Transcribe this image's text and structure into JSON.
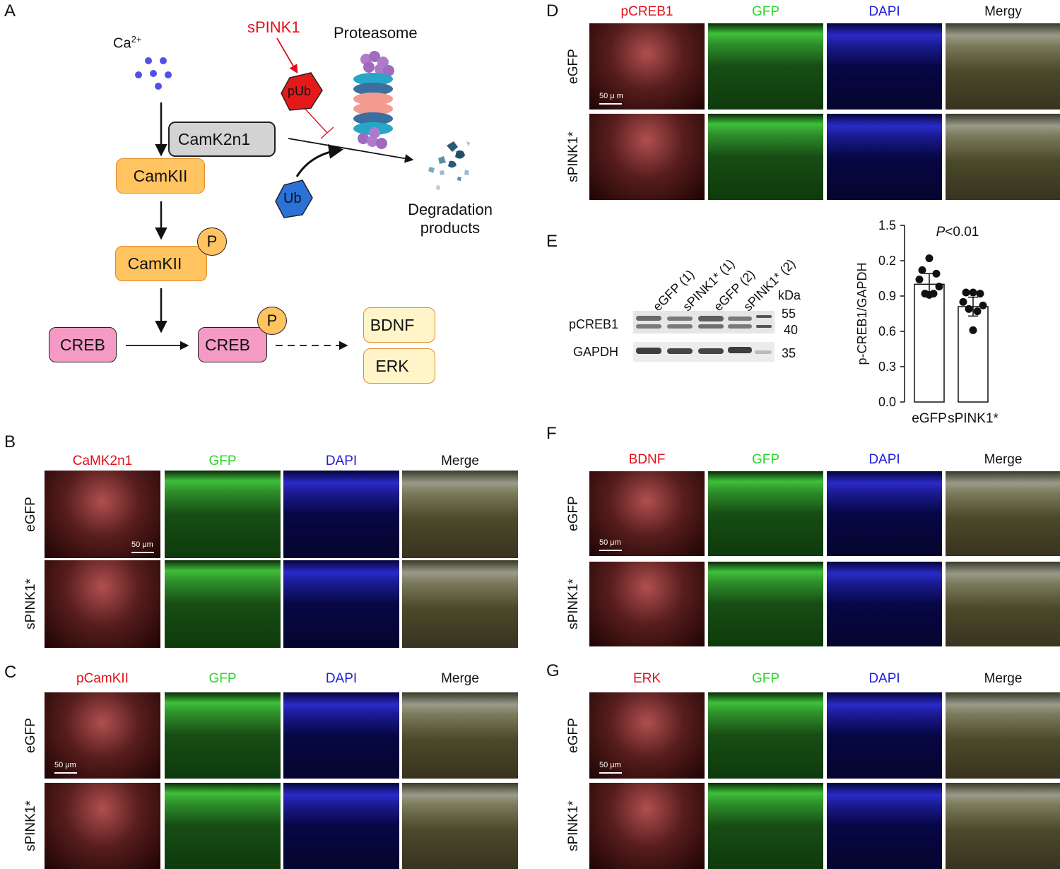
{
  "panels": {
    "A": "A",
    "B": "B",
    "C": "C",
    "D": "D",
    "E": "E",
    "F": "F",
    "G": "G"
  },
  "diagram": {
    "ca_base": "Ca",
    "ca_sup": "2+",
    "spink1": "sPINK1",
    "proteasome": "Proteasome",
    "pub": "pUb",
    "ub": "Ub",
    "camk2n1": "CamK2n1",
    "camkii_1": "CamKII",
    "camkii_2": "CamKII",
    "p1": "P",
    "p2": "P",
    "creb_1": "CREB",
    "creb_2": "CREB",
    "bdnf": "BDNF",
    "erk": "ERK",
    "degradation_line1": "Degradation",
    "degradation_line2": "products"
  },
  "panelB": {
    "headers": [
      "CaMK2n1",
      "GFP",
      "DAPI",
      "Merge"
    ],
    "rows": [
      "eGFP",
      "sPINK1*"
    ],
    "scale": "50 μm"
  },
  "panelC": {
    "headers": [
      "pCamKII",
      "GFP",
      "DAPI",
      "Merge"
    ],
    "rows": [
      "eGFP",
      "sPINK1*"
    ],
    "scale": "50 μm"
  },
  "panelD": {
    "headers": [
      "pCREB1",
      "GFP",
      "DAPI",
      "Mergy"
    ],
    "rows": [
      "eGFP",
      "sPINK1*"
    ],
    "scale": "50 μ m"
  },
  "panelF": {
    "headers": [
      "BDNF",
      "GFP",
      "DAPI",
      "Merge"
    ],
    "rows": [
      "eGFP",
      "sPINK1*"
    ],
    "scale": "50 μm"
  },
  "panelG": {
    "headers": [
      "ERK",
      "GFP",
      "DAPI",
      "Merge"
    ],
    "rows": [
      "eGFP",
      "sPINK1*"
    ],
    "scale": "50 μm"
  },
  "blot": {
    "lanes": [
      "eGFP (1)",
      "sPINK1* (1)",
      "eGFP (2)",
      "sPINK1* (2)"
    ],
    "kda": "kDa",
    "row1": "pCREB1",
    "row2": "GAPDH",
    "markers": [
      "55",
      "40",
      "35"
    ]
  },
  "chart_data": {
    "type": "bar",
    "categories": [
      "eGFP",
      "sPINK1*"
    ],
    "ylabel": "p-CREB1/GAPDH",
    "yticks": [
      "0.0",
      "0.3",
      "0.6",
      "0.9",
      "0.2",
      "1.5"
    ],
    "ylim": [
      0,
      1.5
    ],
    "values": [
      1.0,
      0.81
    ],
    "errors": [
      0.09,
      0.08
    ],
    "points": [
      [
        1.22,
        1.12,
        1.09,
        1.04,
        0.98,
        0.92,
        0.92,
        0.91
      ],
      [
        0.93,
        0.93,
        0.92,
        0.85,
        0.82,
        0.79,
        0.77,
        0.61
      ]
    ],
    "annotation_italic": "P",
    "annotation_rest": "<0.01"
  }
}
